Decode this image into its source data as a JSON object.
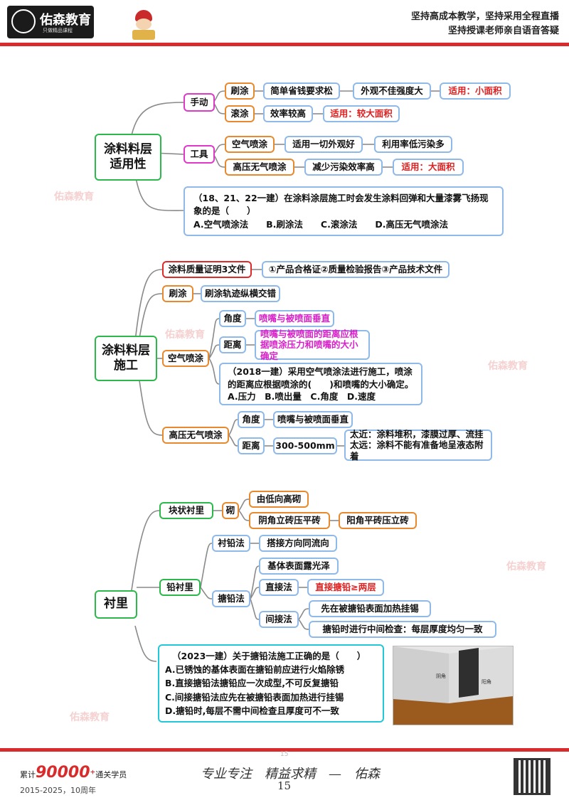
{
  "header": {
    "brand_name": "佑森教育",
    "brand_slogan": "只做精品课程",
    "line1": "坚持高成本教学，坚持采用全程直播",
    "line2": "坚持授课老师亲自语音答疑",
    "colors": {
      "bar": "#d92b2b",
      "logo_bg": "#1b1b1b"
    }
  },
  "watermark": "佑森教育",
  "section1": {
    "root": "涂料料层\n适用性",
    "manual": "手动",
    "brush": "刷涂",
    "brush_1": "简单省钱要求松",
    "brush_2": "外观不佳强度大",
    "brush_3": "适用：小面积",
    "roll": "滚涂",
    "roll_1": "效率较高",
    "roll_2": "适用：较大面积",
    "tool": "工具",
    "air": "空气喷涂",
    "air_1": "适用一切外观好",
    "air_2": "利用率低污染多",
    "hp": "高压无气喷涂",
    "hp_1": "减少污染效率高",
    "hp_2": "适用：大面积",
    "question": "（18、21、22一建）在涂料涂层施工时会发生涂料回弹和大量漆雾飞扬现象的是（　　）",
    "options": "A.空气喷涂法　　B.刷涂法　　C.滚涂法　　D.高压无气喷涂法"
  },
  "section2": {
    "root": "涂料料层\n施工",
    "cert": "涂料质量证明3文件",
    "cert_1": "①产品合格证②质量检验报告③产品技术文件",
    "brush": "刷涂",
    "brush_1": "刷涂轨迹纵横交错",
    "air": "空气喷涂",
    "angle": "角度",
    "angle_1": "喷嘴与被喷面垂直",
    "dist": "距离",
    "dist_1": "喷嘴与被喷面的距离应根据喷涂压力和喷嘴的大小确定",
    "question": "（2018一建）采用空气喷涂法进行施工，喷涂的距离应根据喷涂的(　　)和喷嘴的大小确定。",
    "options": "A.压力　B.喷出量　C.角度　D.速度",
    "hp": "高压无气喷涂",
    "hp_angle": "角度",
    "hp_angle_1": "喷嘴与被喷面垂直",
    "hp_dist": "距离",
    "hp_dist_1": "300-500mm",
    "hp_near": "太近：涂料堆积，漆膜过厚、流挂",
    "hp_far": "太远：涂料不能有准备地呈液态附着"
  },
  "section3": {
    "root": "衬里",
    "block": "块状衬里",
    "build": "砌",
    "build_1": "由低向高砌",
    "build_2": "阴角立砖压平砖",
    "build_3": "阳角平砖压立砖",
    "lead": "铅衬里",
    "lining": "衬铅法",
    "lining_1": "搭接方向同流向",
    "hot": "搪铅法",
    "hot_1": "基体表面露光泽",
    "direct": "直接法",
    "direct_1": "直接搪铅≥两层",
    "indirect": "间接法",
    "indirect_1": "先在被搪铅表面加热挂锡",
    "indirect_2": "搪铅时进行中间检查：每层厚度均匀一致",
    "question": "（2023一建）关于搪铅法施工正确的是（　　）",
    "opt_a": "A.已锈蚀的基体表面在搪铅前应进行火焰除锈",
    "opt_b": "B.直接搪铅法搪铅应一次成型,不可反复搪铅",
    "opt_c": "C.间接搪铅法应先在被搪铅表面加热进行挂锡",
    "opt_d": "D.搪铅时,每层不需中间检查且厚度可不一致",
    "photo_label_1": "阴角",
    "photo_label_2": "阳角"
  },
  "footer": {
    "count_prefix": "累计",
    "count": "90000",
    "count_sup": "+",
    "count_suffix": "通关学员",
    "years": "2015-2025，10周年",
    "signature": "专业专注　精益求精　—　佑森",
    "page_top": "15",
    "page": "15"
  }
}
